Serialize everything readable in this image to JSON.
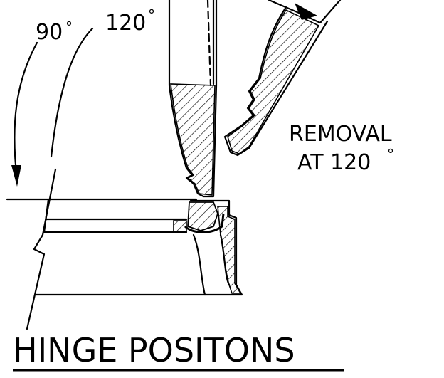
{
  "angle_labels": {
    "ninety": "90",
    "one_twenty": "120",
    "degree_mark": "°"
  },
  "removal_note": {
    "line1": "REMOVAL",
    "line2": "AT 120",
    "degree_mark": "°"
  },
  "title": "HINGE POSITONS",
  "colors": {
    "ink": "#000000",
    "paper": "#ffffff"
  }
}
